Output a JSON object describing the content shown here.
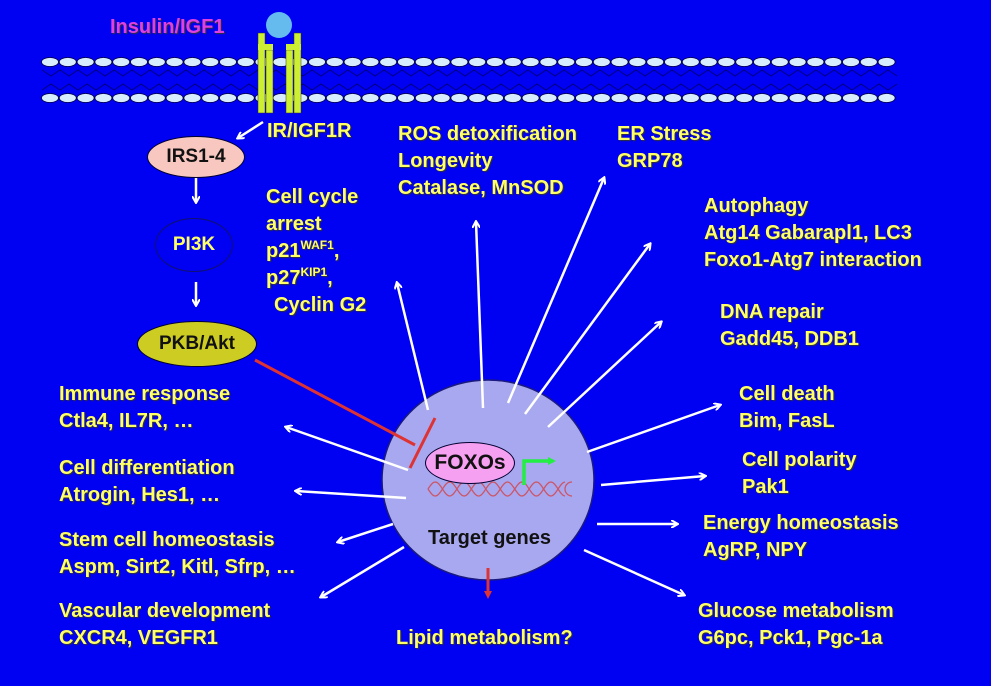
{
  "colors": {
    "background": "#0000f2",
    "label_text": "#ffff66",
    "ligand_text": "#e040e0",
    "ligand": "#66bbee",
    "receptor": "#ccee33",
    "membrane_head": "#d8ecff",
    "nucleus": "#a8a8f0",
    "foxo": "#f5a0f0",
    "irs": "#f8c8c0",
    "akt": "#cccc22",
    "inhibit": "#dd3333",
    "promoter_arrow": "#22ee44",
    "dna": "#cc5566",
    "arrow": "#ffffff"
  },
  "ligand": {
    "label": "Insulin/IGF1"
  },
  "receptor": {
    "label": "IR/IGF1R"
  },
  "pathway": {
    "irs": "IRS1-4",
    "pi3k": "PI3K",
    "akt": "PKB/Akt"
  },
  "nucleus": {
    "foxo": "FOXOs",
    "target": "Target genes"
  },
  "outputs": {
    "cell_cycle": {
      "lines": [
        "Cell cycle",
        "arrest"
      ],
      "p21": "p21",
      "p21_sup": "WAF1",
      "p27": "p27",
      "p27_sup": "KIP1",
      "cyclin": "Cyclin G2"
    },
    "ros": {
      "lines": [
        "ROS detoxification",
        "Longevity",
        "Catalase, MnSOD"
      ]
    },
    "er": {
      "lines": [
        "ER Stress",
        "GRP78"
      ]
    },
    "autophagy": {
      "lines": [
        "Autophagy",
        "Atg14 Gabarapl1, LC3",
        "Foxo1-Atg7 interaction"
      ]
    },
    "dna_repair": {
      "lines": [
        "DNA repair",
        "Gadd45, DDB1"
      ]
    },
    "cell_death": {
      "lines": [
        "Cell death",
        "Bim, FasL"
      ]
    },
    "polarity": {
      "lines": [
        "Cell polarity",
        "Pak1"
      ]
    },
    "energy": {
      "lines": [
        "Energy homeostasis",
        "AgRP, NPY"
      ]
    },
    "glucose": {
      "lines": [
        "Glucose metabolism",
        "G6pc, Pck1, Pgc-1a"
      ]
    },
    "lipid": {
      "lines": [
        "Lipid metabolism?"
      ]
    },
    "vascular": {
      "lines": [
        "Vascular development",
        "CXCR4, VEGFR1"
      ]
    },
    "stem": {
      "lines": [
        "Stem cell homeostasis",
        "Aspm, Sirt2, Kitl, Sfrp, …"
      ]
    },
    "differentiation": {
      "lines": [
        "Cell differentiation",
        "Atrogin, Hes1, …"
      ]
    },
    "immune": {
      "lines": [
        "Immune response",
        "Ctla4, IL7R, …"
      ]
    }
  }
}
